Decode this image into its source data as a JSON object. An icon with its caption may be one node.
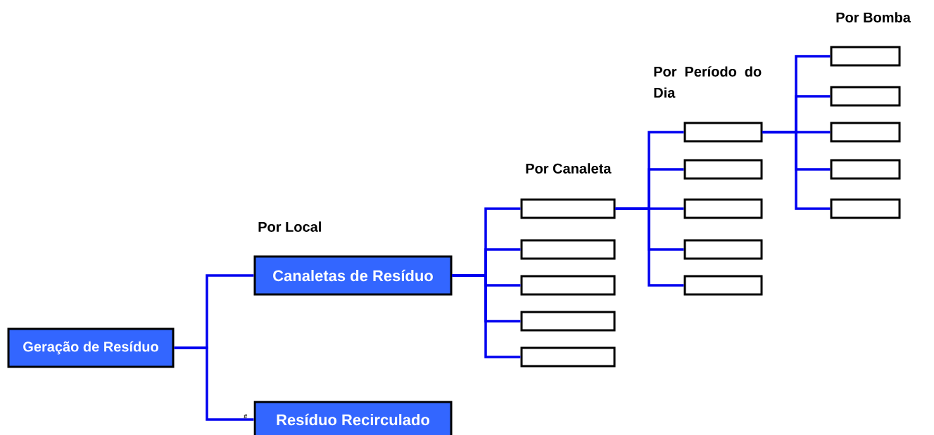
{
  "diagram": {
    "nodes": [
      {
        "text": [
          "Geração de Resíduo"
        ]
      },
      {
        "text": [
          "Canaletas de Resíduo"
        ]
      },
      {
        "text": [
          "Resíduo Recirculado"
        ]
      },
      {
        "text": [],
        "shape": "box"
      },
      {
        "text": [],
        "shape": "box"
      },
      {
        "text": [],
        "shape": "box"
      },
      {
        "text": [],
        "shape": "box"
      },
      {
        "text": [],
        "shape": "box"
      },
      {
        "text": [],
        "shape": "box"
      },
      {
        "text": [],
        "shape": "box"
      },
      {
        "text": [],
        "shape": "box"
      },
      {
        "text": [],
        "shape": "box"
      },
      {
        "text": [],
        "shape": "box"
      },
      {
        "text": [],
        "shape": "box"
      },
      {
        "text": [],
        "shape": "box"
      },
      {
        "text": [],
        "shape": "box"
      },
      {
        "text": [],
        "shape": "box"
      },
      {
        "text": [],
        "shape": "box"
      }
    ],
    "edges": [
      {
        "from": 0,
        "to": 1,
        "arrow": "none"
      },
      {
        "from": 0,
        "to": 2,
        "arrow": "none"
      },
      {
        "from": 1,
        "to": 3,
        "arrow": "none"
      },
      {
        "from": 1,
        "to": 4,
        "arrow": "none"
      },
      {
        "from": 1,
        "to": 5,
        "arrow": "none"
      },
      {
        "from": 1,
        "to": 6,
        "arrow": "none"
      },
      {
        "from": 1,
        "to": 7,
        "arrow": "none"
      },
      {
        "from": 3,
        "to": 8,
        "arrow": "none"
      },
      {
        "from": 3,
        "to": 9,
        "arrow": "none"
      },
      {
        "from": 3,
        "to": 10,
        "arrow": "none"
      },
      {
        "from": 3,
        "to": 11,
        "arrow": "none"
      },
      {
        "from": 3,
        "to": 12,
        "arrow": "none"
      },
      {
        "from": 8,
        "to": 13,
        "arrow": "none"
      },
      {
        "from": 8,
        "to": 14,
        "arrow": "none"
      },
      {
        "from": 8,
        "to": 15,
        "arrow": "none"
      },
      {
        "from": 8,
        "to": 16,
        "arrow": "none"
      },
      {
        "from": 8,
        "to": 17,
        "arrow": "none"
      }
    ],
    "labels": [
      "Por Bomba",
      "Por Período do Dia",
      "Por Canaleta",
      "Por Local",
      "#"
    ]
  }
}
